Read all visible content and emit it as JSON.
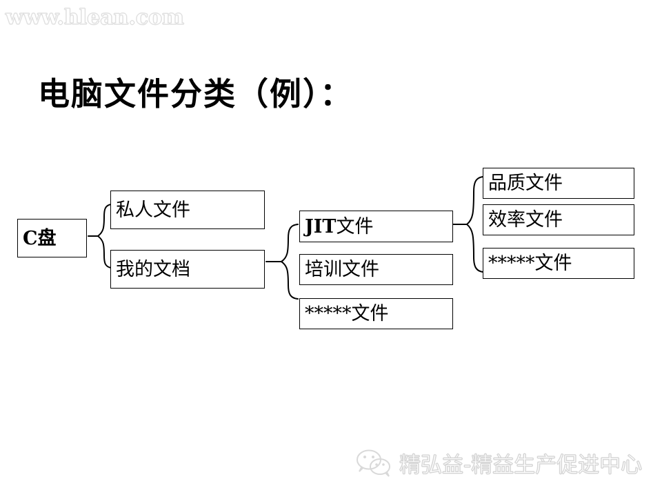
{
  "watermark": {
    "text": "www.hlean.com"
  },
  "slide": {
    "title": "电脑文件分类（例）："
  },
  "diagram": {
    "root": {
      "label": "C盘"
    },
    "level1": [
      {
        "label": "私人文件"
      },
      {
        "label": "我的文档"
      }
    ],
    "level2": [
      {
        "label": "JIT文件",
        "lead": "JIT",
        "rest": "文件"
      },
      {
        "label": "培训文件"
      },
      {
        "label": "*****文件"
      }
    ],
    "level3": [
      {
        "label": "品质文件"
      },
      {
        "label": "效率文件"
      },
      {
        "label": "*****文件"
      }
    ]
  },
  "footer": {
    "icon": "wechat-icon",
    "brand": "精弘益-精益生产促进中心"
  },
  "colors": {
    "background": "#ffffff",
    "text": "#000000",
    "border": "#000000",
    "watermark": "#dedede",
    "footer_text": "#d4d4d4"
  }
}
